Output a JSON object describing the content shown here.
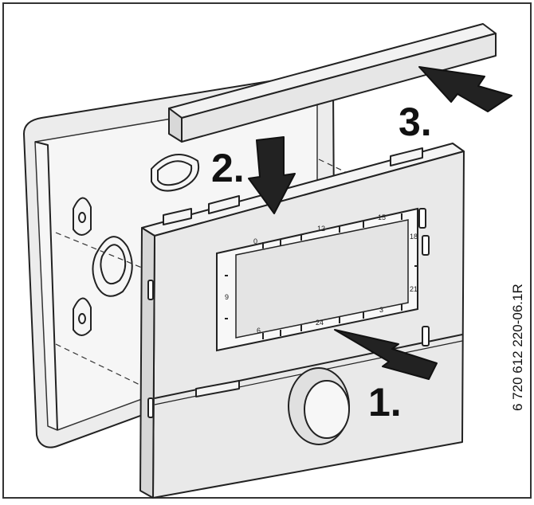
{
  "figure": {
    "steps": [
      {
        "label": "1."
      },
      {
        "label": "2."
      },
      {
        "label": "3."
      }
    ],
    "document_number": "6 720 612 220-06.1R",
    "dial_marks": [
      "0",
      "12",
      "15",
      "18",
      "21",
      "24",
      "3",
      "6",
      "9"
    ]
  }
}
